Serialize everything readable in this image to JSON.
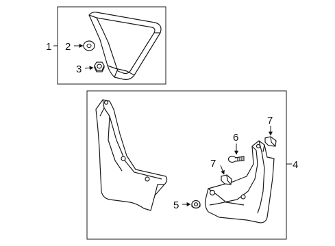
{
  "callouts": {
    "c1": "1",
    "c2": "2",
    "c3": "3",
    "c4": "4",
    "c5": "5",
    "c6": "6",
    "c7a": "7",
    "c7b": "7"
  },
  "colors": {
    "line": "#1a1a1a",
    "part_fill": "#ffffff",
    "shade": "#d8d8d8"
  }
}
